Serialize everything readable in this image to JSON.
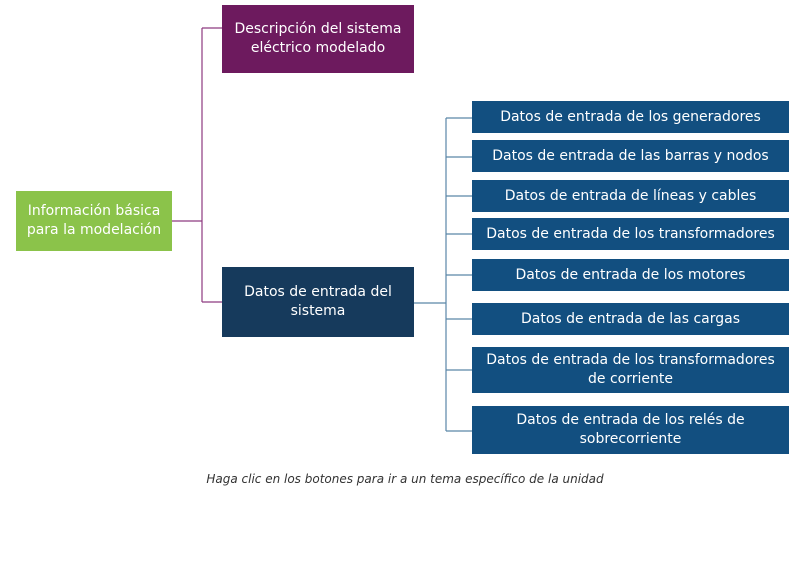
{
  "diagram": {
    "root": {
      "label": "Información básica para la modelación"
    },
    "branches": [
      {
        "label": "Descripción del sistema eléctrico modelado"
      },
      {
        "label": "Datos de entrada del sistema"
      }
    ],
    "leaves": [
      {
        "label": "Datos de entrada de los generadores"
      },
      {
        "label": "Datos de entrada de las barras y nodos"
      },
      {
        "label": "Datos de entrada de líneas y cables"
      },
      {
        "label": "Datos de entrada de los transformadores"
      },
      {
        "label": "Datos de entrada de los motores"
      },
      {
        "label": "Datos de entrada de las cargas"
      },
      {
        "label": "Datos de entrada de los transformadores de corriente"
      },
      {
        "label": "Datos de entrada de los relés de sobrecorriente"
      }
    ],
    "caption": "Haga clic en los botones para ir a un tema específico de la unidad"
  },
  "colors": {
    "root": "#8bc34a",
    "branch_description": "#6d1a5e",
    "branch_inputs": "#163a5c",
    "leaf": "#124f80",
    "connector_purple": "#8e3a80",
    "connector_blue": "#5a86a8"
  }
}
